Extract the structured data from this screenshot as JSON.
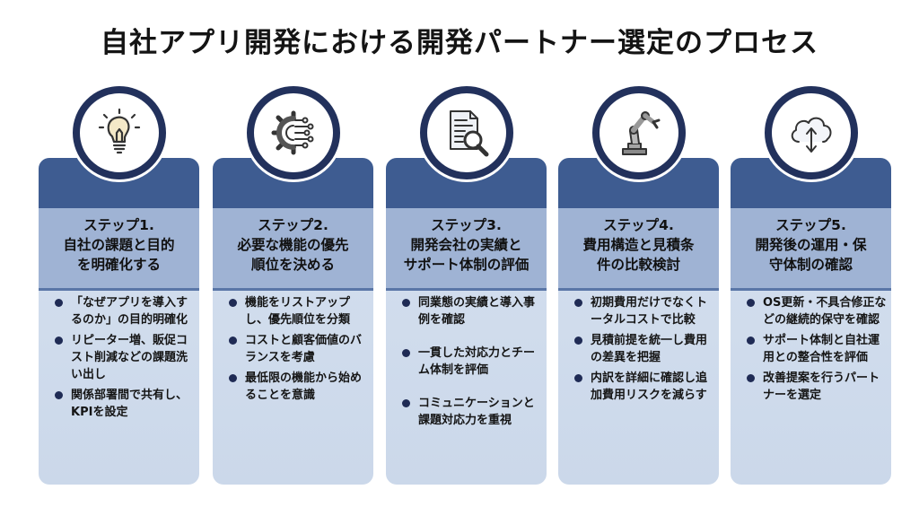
{
  "title": "自社アプリ開発における開発パートナー選定のプロセス",
  "steps": [
    {
      "icon": "lightbulb-icon",
      "title_lines": [
        "ステップ1.",
        "自社の課題と目的",
        "を明確化する"
      ],
      "bullets": [
        "「なぜアプリを導入するのか」の目的明確化",
        "リピーター増、販促コスト削減などの課題洗い出し",
        "関係部署間で共有し、KPIを設定"
      ]
    },
    {
      "icon": "gear-circuit-icon",
      "title_lines": [
        "ステップ2.",
        "必要な機能の優先",
        "順位を決める"
      ],
      "bullets": [
        "機能をリストアップし、優先順位を分類",
        "コストと顧客価値のバランスを考慮",
        "最低限の機能から始めることを意識"
      ]
    },
    {
      "icon": "document-search-icon",
      "title_lines": [
        "ステップ3.",
        "開発会社の実績と",
        "サポート体制の評価"
      ],
      "bullets": [
        "同業態の実績と導入事例を確認",
        "一貫した対応力とチーム体制を評価",
        "コミュニケーションと課題対応力を重視"
      ]
    },
    {
      "icon": "robot-arm-icon",
      "title_lines": [
        "ステップ4.",
        "費用構造と見積条",
        "件の比較検討"
      ],
      "bullets": [
        "初期費用だけでなくトータルコストで比較",
        "見積前提を統一し費用の差異を把握",
        "内訳を詳細に確認し追加費用リスクを減らす"
      ]
    },
    {
      "icon": "cloud-sync-icon",
      "title_lines": [
        "ステップ5.",
        "開発後の運用・保",
        "守体制の確認"
      ],
      "bullets": [
        "OS更新・不具合修正などの継続的保守を確認",
        "サポート体制と自社運用との整合性を評価",
        "改善提案を行うパートナーを選定"
      ]
    }
  ]
}
